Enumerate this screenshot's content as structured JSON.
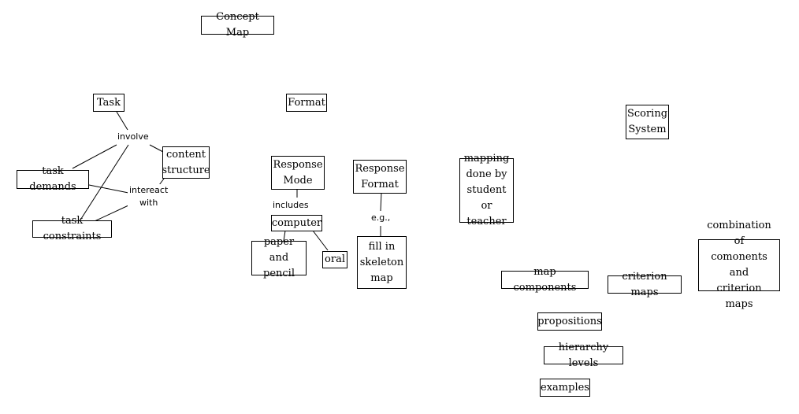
{
  "diagram": {
    "title": "Concept Map",
    "nodes": {
      "task": "Task",
      "format": "Format",
      "scoring": "Scoring\nSystem",
      "content_structure": "content\nstructure",
      "task_demands": "task demands",
      "task_constraints": "task constraints",
      "response_mode": "Response\nMode",
      "response_format": "Response\nFormat",
      "computer": "computer",
      "paper_pencil": "paper and\npencil",
      "oral": "oral",
      "fill_in": "fill in\nskeleton\nmap",
      "mapping_done": "mapping\ndone by\nstudent or\nteacher",
      "map_components": "map components",
      "criterion_maps": "criterion maps",
      "combination": "combination of\ncomonents and\ncriterion maps",
      "propositions": "propositions",
      "hierarchy_levels": "hierarchy levels",
      "examples": "examples"
    },
    "link_labels": {
      "involve": "involve",
      "interact_with": "intereact\nwith",
      "includes": "includes",
      "eg": "e.g.,"
    }
  }
}
